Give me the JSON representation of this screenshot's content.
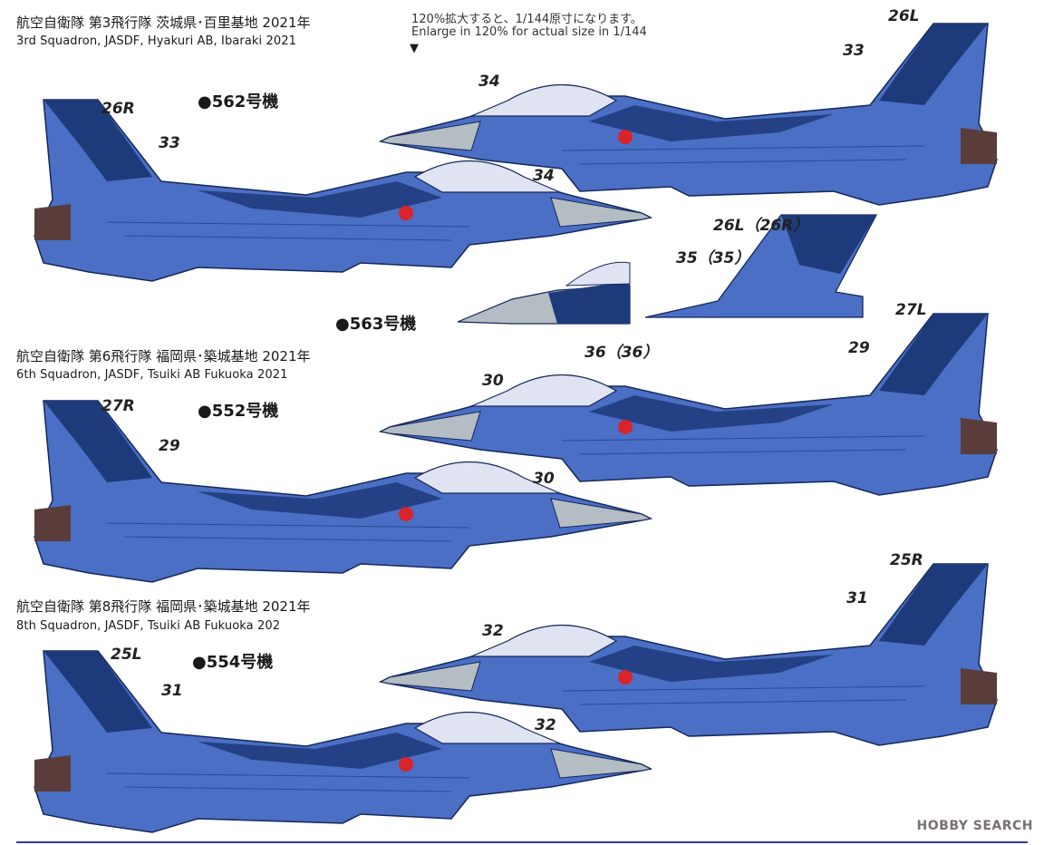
{
  "scale_note": {
    "jp": "120%拡大すると、1/144原寸になります。",
    "en": "Enlarge in 120% for actual size in 1/144",
    "arrow": "▼"
  },
  "sections": [
    {
      "jp": "航空自衛隊 第3飛行隊 茨城県･百里基地 2021年",
      "en": "3rd Squadron, JASDF, Hyakuri AB, Ibaraki   2021",
      "model": "●562号機"
    },
    {
      "jp": "航空自衛隊 第6飛行隊 福岡県･築城基地 2021年",
      "en": "6th Squadron, JASDF, Tsuiki AB Fukuoka 2021",
      "model": "●552号機"
    },
    {
      "jp": "航空自衛隊 第8飛行隊 福岡県･築城基地 2021年",
      "en": "8th Squadron, JASDF, Tsuiki AB Fukuoka 202",
      "model": "●554号機"
    }
  ],
  "extra_model": "●563号機",
  "labels": {
    "l26L": "26L",
    "l33a": "33",
    "l34a": "34",
    "l26R": "26R",
    "l33b": "33",
    "l34b": "34",
    "l26LR": "26L（26R）",
    "l3535": "35（35）",
    "l3636": "36（36）",
    "l27L": "27L",
    "l29a": "29",
    "l30a": "30",
    "l27R": "27R",
    "l29b": "29",
    "l30b": "30",
    "l25R": "25R",
    "l31a": "31",
    "l32a": "32",
    "l25L": "25L",
    "l31b": "31",
    "l32b": "32"
  },
  "watermark": "HOBBY SEARCH",
  "colors": {
    "body": "#4a6fc4",
    "dark": "#1d3a7a",
    "nose": "#b4bcc4",
    "canopy": "#dfe3f2",
    "hinomaru": "#d8242a"
  }
}
